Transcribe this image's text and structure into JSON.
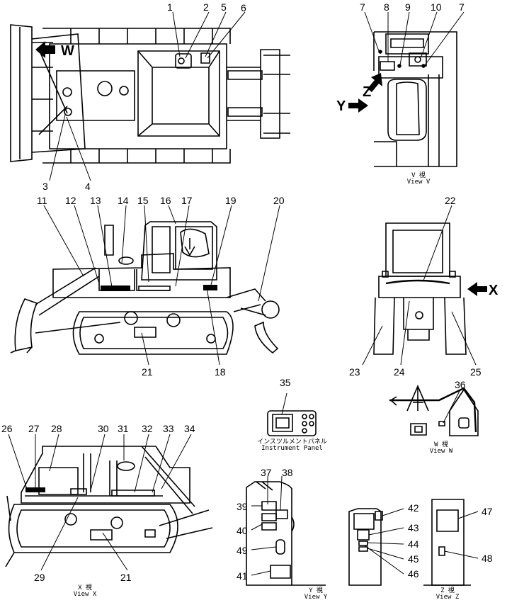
{
  "callouts": [
    "1",
    "2",
    "3",
    "4",
    "5",
    "6",
    "7",
    "8",
    "9",
    "10",
    "7",
    "11",
    "12",
    "13",
    "14",
    "15",
    "16",
    "17",
    "18",
    "19",
    "20",
    "21",
    "22",
    "23",
    "24",
    "25",
    "26",
    "27",
    "28",
    "29",
    "30",
    "31",
    "32",
    "33",
    "34",
    "35",
    "36",
    "37",
    "38",
    "39",
    "40",
    "41",
    "42",
    "43",
    "44",
    "45",
    "46",
    "47",
    "48",
    "49",
    "21"
  ],
  "view_letters": {
    "w": "W",
    "y": "Y",
    "z": "Z",
    "x": "X"
  },
  "captions": {
    "view_v": {
      "jp": "V 視",
      "en": "View V"
    },
    "view_w": {
      "jp": "W 視",
      "en": "View W"
    },
    "view_x": {
      "jp": "X 視",
      "en": "View X"
    },
    "view_y": {
      "jp": "Y 視",
      "en": "View Y"
    },
    "view_z": {
      "jp": "Z 視",
      "en": "View Z"
    },
    "instrument_panel": {
      "jp": "インスツルメントパネル",
      "en": "Instrument Panel"
    }
  }
}
